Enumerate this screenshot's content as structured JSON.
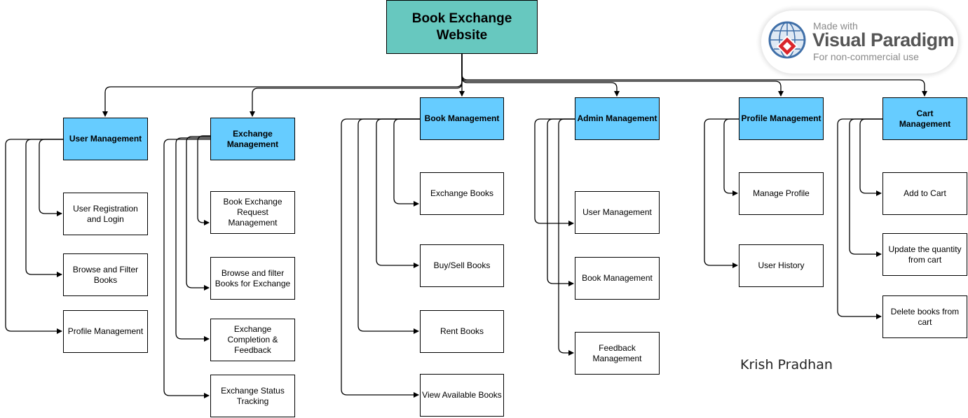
{
  "root": "Book Exchange Website",
  "branches": [
    {
      "title": "User Management",
      "children": [
        "User Registration and Login",
        "Browse and Filter Books",
        "Profile Management"
      ]
    },
    {
      "title": "Exchange Management",
      "children": [
        "Book Exchange Request Management",
        "Browse and filter Books for Exchange",
        "Exchange Completion & Feedback",
        "Exchange Status Tracking"
      ]
    },
    {
      "title": "Book Management",
      "children": [
        "Exchange Books",
        "Buy/Sell Books",
        "Rent Books",
        "View Available Books"
      ]
    },
    {
      "title": "Admin Management",
      "children": [
        "User Management",
        "Book Management",
        "Feedback Management"
      ]
    },
    {
      "title": "Profile Management",
      "children": [
        "Manage Profile",
        "User History"
      ]
    },
    {
      "title": "Cart Management",
      "children": [
        "Add to Cart",
        "Update the quantity from cart",
        "Delete books from cart"
      ]
    }
  ],
  "watermark": {
    "line1": "Made with",
    "line2": "Visual Paradigm",
    "line3": "For non-commercial use"
  },
  "author": "Krish Pradhan"
}
